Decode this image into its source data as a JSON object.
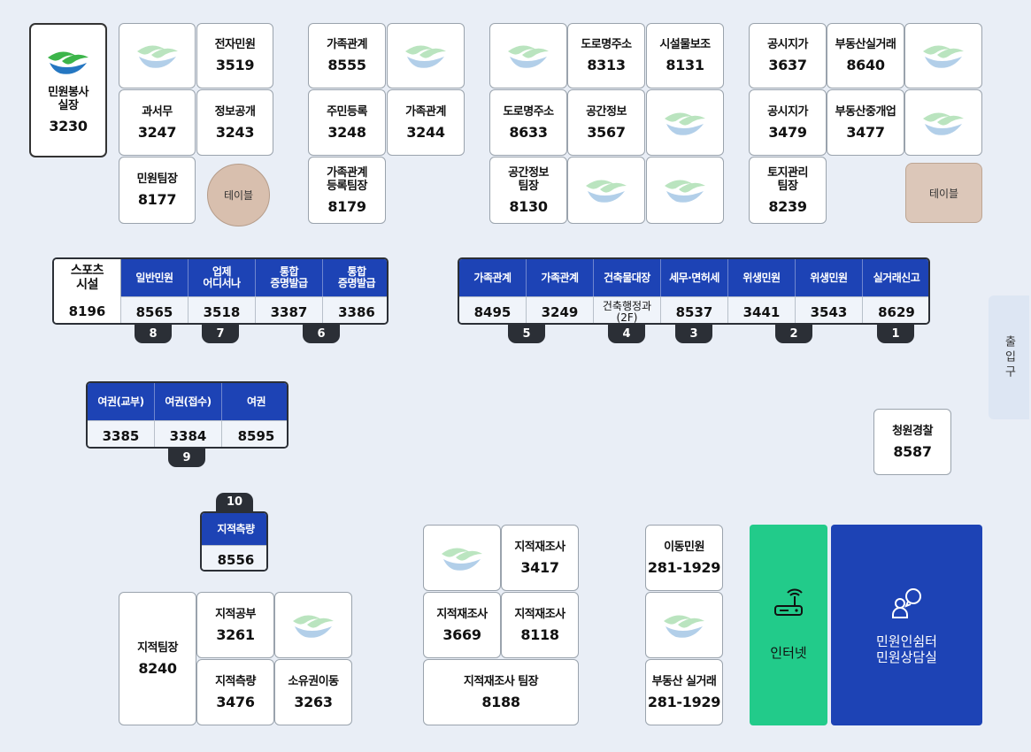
{
  "colors": {
    "accent_blue": "#1d43b5",
    "internet_green": "#22cb8a",
    "table_wood": "#d8bfae",
    "badge_dark": "#2b2f36"
  },
  "cards": [
    {
      "label": "민원봉사\n실장",
      "num": "3230",
      "style": "dark",
      "logo_top": true
    },
    {
      "label": "",
      "num": "",
      "style": "blank"
    },
    {
      "label": "전자민원",
      "num": "3519"
    },
    {
      "label": "과서무",
      "num": "3247"
    },
    {
      "label": "정보공개",
      "num": "3243"
    },
    {
      "label": "민원팀장",
      "num": "8177"
    },
    {
      "label": "가족관계",
      "num": "8555"
    },
    {
      "label": "",
      "num": "",
      "style": "blank"
    },
    {
      "label": "주민등록",
      "num": "3248"
    },
    {
      "label": "가족관계",
      "num": "3244"
    },
    {
      "label": "가족관계\n등록팀장",
      "num": "8179"
    },
    {
      "label": "",
      "num": "",
      "style": "blank"
    },
    {
      "label": "도로명주소",
      "num": "8313"
    },
    {
      "label": "시설물보조",
      "num": "8131"
    },
    {
      "label": "도로명주소",
      "num": "8633"
    },
    {
      "label": "공간정보",
      "num": "3567"
    },
    {
      "label": "",
      "num": "",
      "style": "blank"
    },
    {
      "label": "공간정보\n팀장",
      "num": "8130"
    },
    {
      "label": "",
      "num": "",
      "style": "blank"
    },
    {
      "label": "",
      "num": "",
      "style": "blank"
    },
    {
      "label": "공시지가",
      "num": "3637"
    },
    {
      "label": "부동산실거래",
      "num": "8640"
    },
    {
      "label": "",
      "num": "",
      "style": "blank"
    },
    {
      "label": "공시지가",
      "num": "3479"
    },
    {
      "label": "부동산중개업",
      "num": "3477"
    },
    {
      "label": "",
      "num": "",
      "style": "blank"
    },
    {
      "label": "토지관리\n팀장",
      "num": "8239"
    },
    {
      "label": "청원경찰",
      "num": "8587"
    },
    {
      "label": "지적팀장",
      "num": "8240"
    },
    {
      "label": "지적공부",
      "num": "3261"
    },
    {
      "label": "",
      "num": "",
      "style": "blank"
    },
    {
      "label": "지적측량",
      "num": "3476"
    },
    {
      "label": "소유권이동",
      "num": "3263"
    },
    {
      "label": "",
      "num": "",
      "style": "blank"
    },
    {
      "label": "지적재조사",
      "num": "3417"
    },
    {
      "label": "지적재조사",
      "num": "3669"
    },
    {
      "label": "지적재조사",
      "num": "8118"
    },
    {
      "label": "지적재조사 팀장",
      "num": "8188"
    },
    {
      "label": "이동민원",
      "num": "281-1929"
    },
    {
      "label": "",
      "num": "",
      "style": "blank"
    },
    {
      "label": "부동산 실거래",
      "num": "281-1929"
    }
  ],
  "tables": {
    "round": "테이블",
    "rect": "테이블"
  },
  "counters": [
    {
      "cells": [
        {
          "head": "스포츠\n시설",
          "val": "8196",
          "white": true
        },
        {
          "head": "일반민원",
          "val": "8565"
        },
        {
          "head": "업제\n어디서나",
          "val": "3518"
        },
        {
          "head": "통합\n증명발급",
          "val": "3387"
        },
        {
          "head": "통합\n증명발급",
          "val": "3386"
        }
      ],
      "badges": [
        "8",
        "7",
        "6"
      ]
    },
    {
      "cells": [
        {
          "head": "가족관계",
          "val": "8495"
        },
        {
          "head": "가족관계",
          "val": "3249"
        },
        {
          "head": "건축물대장",
          "val": "건축행정과\n(2F)",
          "small": true
        },
        {
          "head": "세무·면허세",
          "val": "8537"
        },
        {
          "head": "위생민원",
          "val": "3441"
        },
        {
          "head": "위생민원",
          "val": "3543"
        },
        {
          "head": "실거래신고",
          "val": "8629"
        }
      ],
      "badges": [
        "5",
        "4",
        "3",
        "2",
        "1"
      ]
    },
    {
      "cells": [
        {
          "head": "여권(교부)",
          "val": "3385"
        },
        {
          "head": "여권(접수)",
          "val": "3384"
        },
        {
          "head": "여권",
          "val": "8595"
        }
      ],
      "badges": [
        "9"
      ]
    },
    {
      "cells": [
        {
          "head": "지적측량",
          "val": "8556"
        }
      ],
      "badges": [
        "10"
      ]
    }
  ],
  "entrance": {
    "label": "출입구"
  },
  "internet": {
    "label": "인터넷",
    "icon": "router-icon"
  },
  "lounge": {
    "label": "민원인쉼터\n민원상담실",
    "icon": "users-icon"
  }
}
